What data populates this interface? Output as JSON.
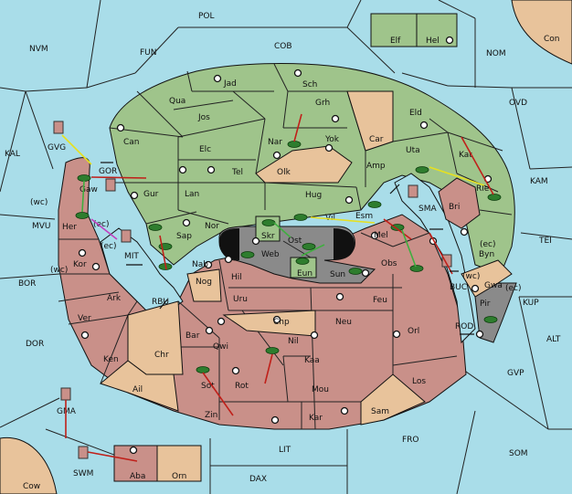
{
  "regions": {
    "sea": [
      "POL",
      "NVM",
      "FUN",
      "COB",
      "NOM",
      "OVD",
      "KAL",
      "KAM",
      "MVU",
      "TEI",
      "BOR",
      "ALT",
      "DOR",
      "KUP",
      "GVP",
      "FRO",
      "SOM",
      "LIT",
      "DAX",
      "GMA",
      "SWM",
      "GVG",
      "GOR",
      "MIT",
      "RBU",
      "BUC",
      "ROD",
      "SMA"
    ],
    "green": [
      "Jad",
      "Sch",
      "Qua",
      "Jos",
      "Grh",
      "Can",
      "Elc",
      "Nar",
      "Yok",
      "Eld",
      "Uta",
      "Tel",
      "Olk",
      "Amp",
      "Kat",
      "Gur",
      "Lan",
      "Hug",
      "Rle",
      "Nor",
      "Vil",
      "Esm",
      "Sap",
      "Byn"
    ],
    "red": [
      "Gaw",
      "Her",
      "Kor",
      "Ark",
      "Ver",
      "Ken",
      "Nab",
      "Hil",
      "Uru",
      "Feu",
      "Mel",
      "Obs",
      "Bri",
      "Neu",
      "Orl",
      "Nil",
      "Kaa",
      "Qwi",
      "Bar",
      "Sot",
      "Rot",
      "Mou",
      "Los",
      "Zin",
      "Kar",
      "Aba"
    ],
    "tan": [
      "Car",
      "Nog",
      "Chp",
      "Chr",
      "Ail",
      "Sam",
      "Gwa",
      "Orn",
      "Cow",
      "Elf",
      "Con"
    ],
    "gray": [
      "Skr",
      "Web",
      "Ost",
      "Eun",
      "Sun",
      "Pir"
    ],
    "boxed": [
      "Elf",
      "Hel"
    ]
  },
  "coast_marks": [
    "(wc)",
    "(ec)",
    "(ec)",
    "(wc)",
    "(wc)",
    "(ec)",
    "(ec)"
  ]
}
